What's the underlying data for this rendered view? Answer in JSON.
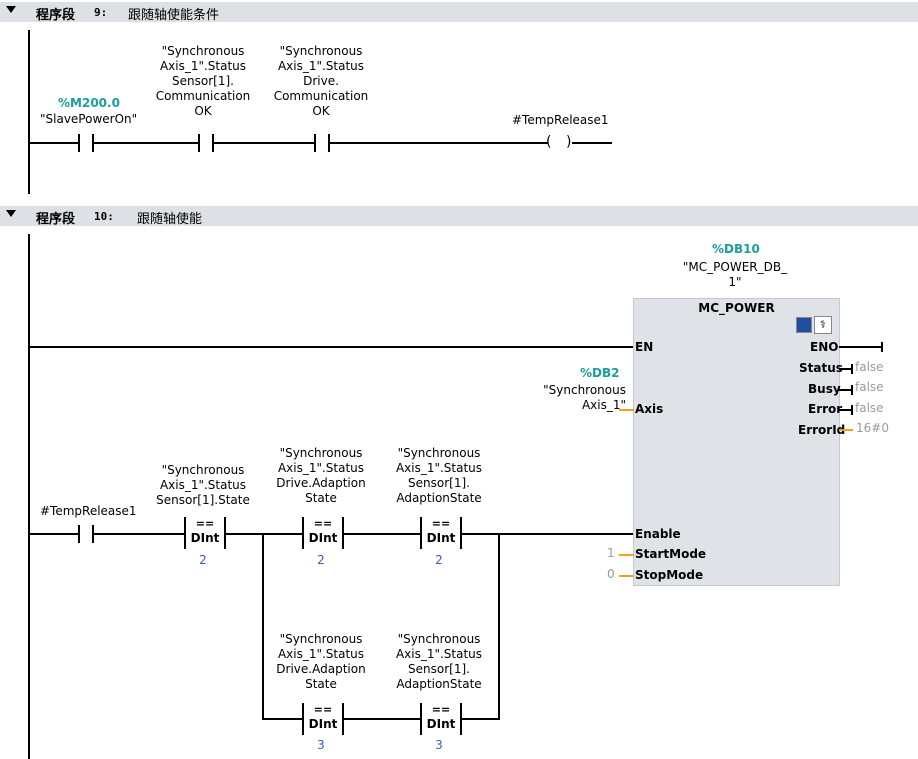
{
  "segments": [
    {
      "keyword": "程序段",
      "number": "9:",
      "title": "跟随轴使能条件"
    },
    {
      "keyword": "程序段",
      "number": "10:",
      "title": "跟随轴使能"
    }
  ],
  "net9": {
    "contact1": {
      "address": "%M200.0",
      "name": "\"SlavePowerOn\""
    },
    "contact2": {
      "lines": [
        "\"Synchronous",
        "Axis_1\".Status",
        "Sensor[1].",
        "Communication",
        "OK"
      ]
    },
    "contact3": {
      "lines": [
        "\"Synchronous",
        "Axis_1\".Status",
        "Drive.",
        "Communication",
        "OK"
      ]
    },
    "coil": {
      "name": "#TempRelease1"
    }
  },
  "net10": {
    "contact": {
      "name": "#TempRelease1"
    },
    "cmp1": {
      "lines": [
        "\"Synchronous",
        "Axis_1\".Status",
        "Sensor[1].State"
      ],
      "op": "==",
      "type": "DInt",
      "value": "2"
    },
    "cmp2": {
      "lines": [
        "\"Synchronous",
        "Axis_1\".Status",
        "Drive.Adaption",
        "State"
      ],
      "op": "==",
      "type": "DInt",
      "value": "2"
    },
    "cmp3": {
      "lines": [
        "\"Synchronous",
        "Axis_1\".Status",
        "Sensor[1].",
        "AdaptionState"
      ],
      "op": "==",
      "type": "DInt",
      "value": "2"
    },
    "cmp4": {
      "lines": [
        "\"Synchronous",
        "Axis_1\".Status",
        "Drive.Adaption",
        "State"
      ],
      "op": "==",
      "type": "DInt",
      "value": "3"
    },
    "cmp5": {
      "lines": [
        "\"Synchronous",
        "Axis_1\".Status",
        "Sensor[1].",
        "AdaptionState"
      ],
      "op": "==",
      "type": "DInt",
      "value": "3"
    },
    "block": {
      "db_address": "%DB10",
      "db_name_lines": [
        "\"MC_POWER_DB_",
        "1\""
      ],
      "type": "MC_POWER",
      "inputs": {
        "en": "EN",
        "axis": "Axis",
        "enable": "Enable",
        "startmode": "StartMode",
        "stopmode": "StopMode"
      },
      "outputs": {
        "eno": "ENO",
        "status": "Status",
        "busy": "Busy",
        "error": "Error",
        "errorid": "ErrorId"
      },
      "axis_param": {
        "address": "%DB2",
        "lines": [
          "\"Synchronous",
          "Axis_1\""
        ]
      },
      "startmode_value": "1",
      "stopmode_value": "0",
      "status_value": "false",
      "busy_value": "false",
      "error_value": "false",
      "errorid_value": "16#0"
    }
  },
  "colors": {
    "header_bg": "#dde0e4",
    "address": "#1a9e9e",
    "value": "#3a5ea8",
    "pin_wire": "#f0a020",
    "block_bg": "#dfe3e8"
  }
}
